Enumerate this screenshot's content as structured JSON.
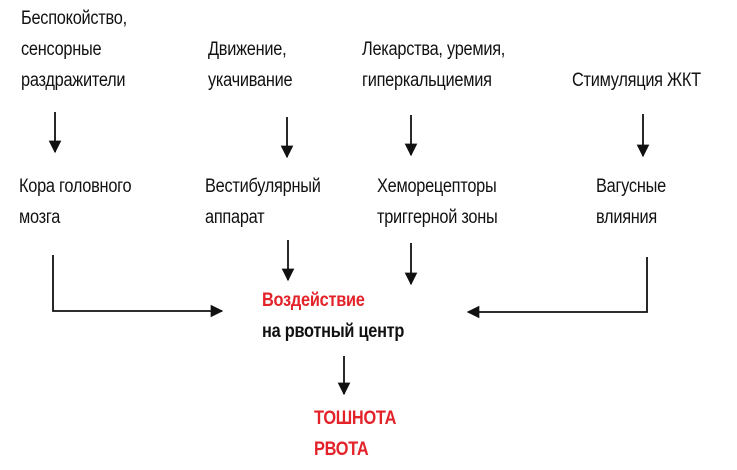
{
  "causes": [
    {
      "lines": [
        "Беспокойство,",
        "сенсорные",
        "раздражители"
      ]
    },
    {
      "lines": [
        "Движение,",
        "укачивание"
      ]
    },
    {
      "lines": [
        "Лекарства, уремия,",
        "гиперкальциемия"
      ]
    },
    {
      "lines": [
        "Стимуляция ЖКТ"
      ]
    }
  ],
  "receptors": [
    {
      "lines": [
        "Кора головного",
        "мозга"
      ]
    },
    {
      "lines": [
        "Вестибулярный",
        "аппарат"
      ]
    },
    {
      "lines": [
        "Хеморецепторы",
        "триггерной зоны"
      ]
    },
    {
      "lines": [
        "Вагусные",
        "влияния"
      ]
    }
  ],
  "center": {
    "line1": "Воздействие",
    "line2": "на рвотный центр"
  },
  "outcome": {
    "line1": "ТОШНОТА",
    "line2": "РВОТА"
  },
  "colors": {
    "accent": "#e3222a",
    "text": "#111111",
    "line": "#111111"
  }
}
